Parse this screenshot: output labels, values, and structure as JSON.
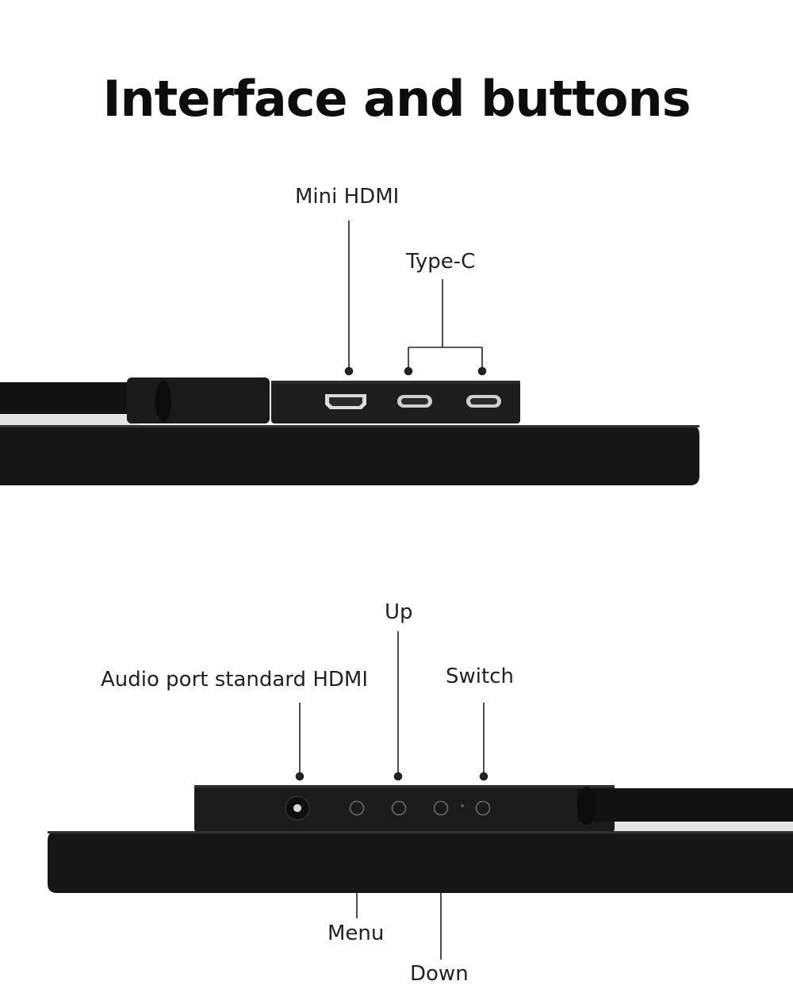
{
  "title": "Interface and buttons",
  "top_view": {
    "labels": {
      "mini_hdmi": "Mini HDMI",
      "type_c": "Type-C"
    }
  },
  "bottom_view": {
    "labels": {
      "audio": "Audio port standard HDMI",
      "up": "Up",
      "switch": "Switch",
      "menu": "Menu",
      "down": "Down"
    }
  },
  "colors": {
    "device_body": "#141414",
    "device_panel": "#1c1c1c",
    "edge_light": "#e6e6e6",
    "leader_line": "#222222"
  }
}
